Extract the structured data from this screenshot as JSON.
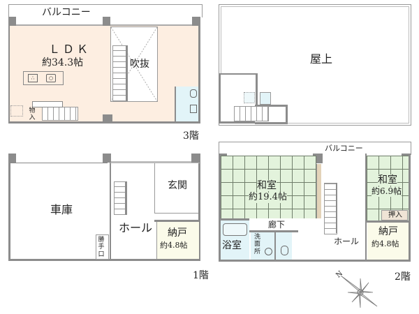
{
  "floors": {
    "third": {
      "label": "3階",
      "balcony": "バルコニー",
      "ldk": {
        "name": "ＬＤＫ",
        "size": "約34.3帖"
      },
      "void": "吹抜",
      "storage": "物入"
    },
    "rooftop": {
      "label": "屋上"
    },
    "first": {
      "label": "1階",
      "garage": "車庫",
      "hall": "ホール",
      "entrance": "玄関",
      "closet": {
        "name": "納戸",
        "size": "約4.8帖"
      },
      "back_door": "勝手口"
    },
    "second": {
      "label": "2階",
      "balcony": "バルコニー",
      "washitsu_large": {
        "name": "和室",
        "size": "約19.4帖"
      },
      "washitsu_small": {
        "name": "和室",
        "size": "約6.9帖"
      },
      "oshiire": "押入",
      "closet": {
        "name": "納戸",
        "size": "約4.8帖"
      },
      "corridor": "廊下",
      "bath": "浴室",
      "washroom": "洗面所",
      "hall": "ホール"
    }
  },
  "compass": {
    "north_label": "N"
  },
  "colors": {
    "ldk_floor": "#fdeee1",
    "tatami": "#e3f3dc",
    "closet_floor": "#fbfbea",
    "wet_area": "#e2f4f8",
    "wall": "#8c8c8c",
    "oshiire": "#efe4d6"
  }
}
